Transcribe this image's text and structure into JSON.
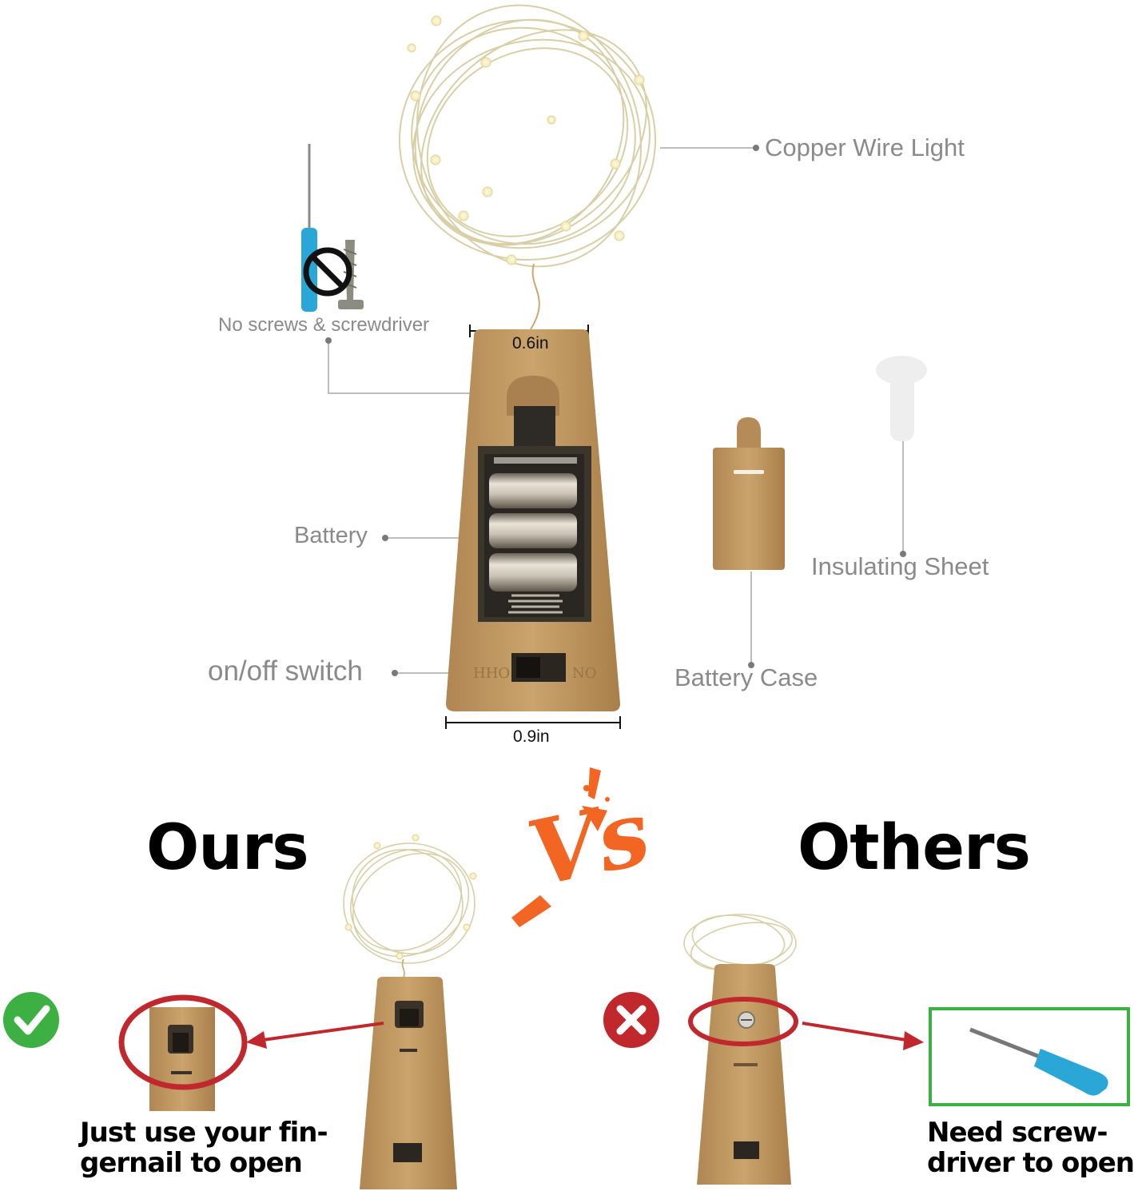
{
  "labels": {
    "copper_wire_light": "Copper Wire Light",
    "no_screws": "No screws & screwdriver",
    "battery": "Battery",
    "on_off_switch": "on/off switch",
    "battery_case": "Battery Case",
    "insulating_sheet": "Insulating Sheet"
  },
  "dimensions": {
    "top_width": "0.6in",
    "bottom_width": "0.9in"
  },
  "comparison": {
    "ours_title": "Ours",
    "vs_text": "Vs",
    "others_title": "Others",
    "ours_caption_line1": "Just use your fin-",
    "ours_caption_line2": "gernail  to open",
    "others_caption_line1": "Need screw-",
    "others_caption_line2": "driver to open"
  },
  "colors": {
    "cork": "#c29a62",
    "cork_dark": "#9a7444",
    "label_gray": "#8a8a8a",
    "accent_red": "#c0282d",
    "check_green": "#3cb043",
    "vs_orange": "#f26522",
    "screwdriver_blue": "#2aa7d6",
    "box_green": "#3cb043"
  },
  "icons": {
    "ok": "check-circle-icon",
    "not_ok": "x-circle-icon",
    "prohibited": "no-sign-icon"
  }
}
